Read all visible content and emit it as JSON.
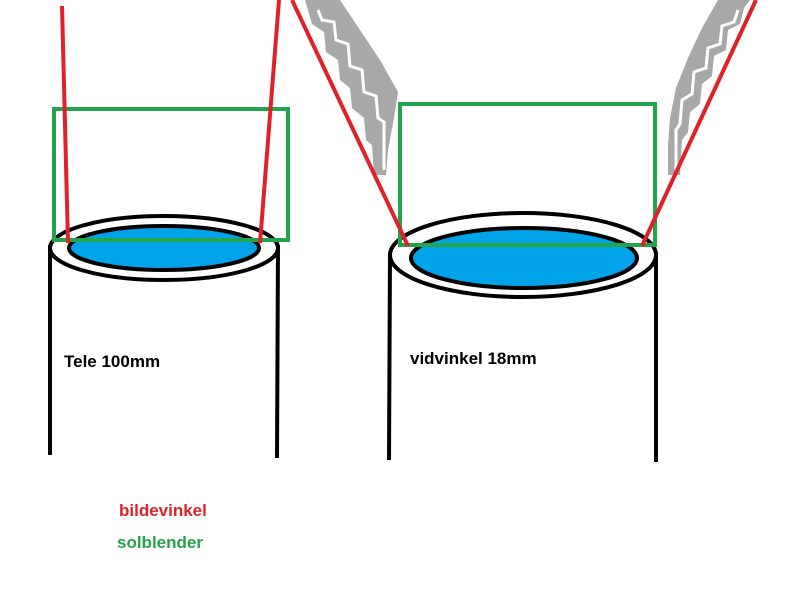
{
  "labels": {
    "left_lens": "Tele 100mm",
    "right_lens": "vidvinkel 18mm"
  },
  "legend": {
    "angle_of_view": {
      "text": "bildevinkel",
      "color": "#e0202a"
    },
    "lens_hood": {
      "text": "solblender",
      "color": "#22a44a"
    }
  },
  "colors": {
    "lens_glass": "#00a2e8",
    "outline": "#000000",
    "angle_lines": "#e0202a",
    "hood": "#22a44a",
    "scenery": "#a8a8a8"
  }
}
